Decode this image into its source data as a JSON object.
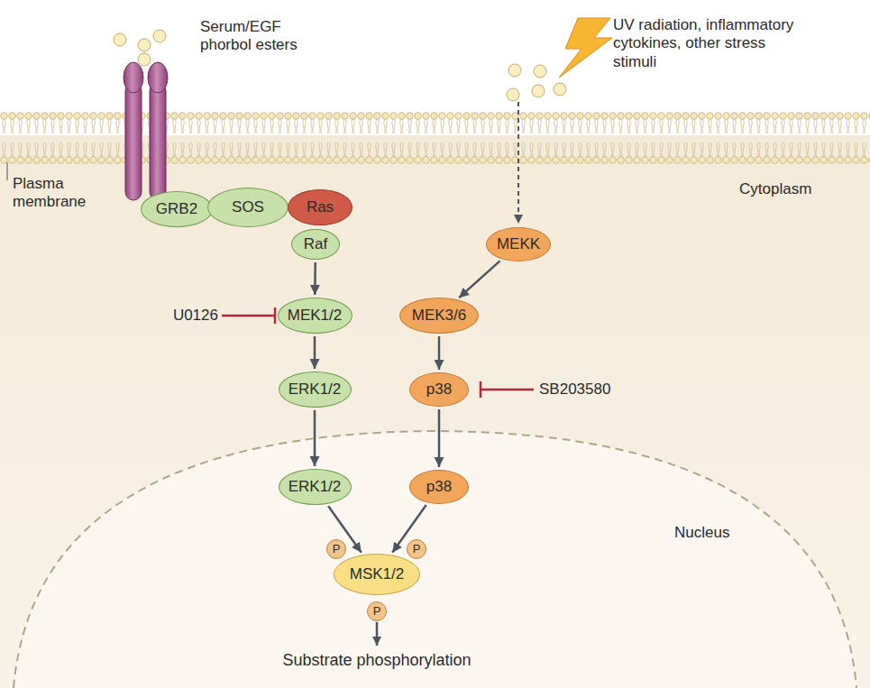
{
  "diagram": {
    "nodes": [
      {
        "text": [
          "GRB2"
        ]
      },
      {
        "text": [
          "SOS"
        ]
      },
      {
        "text": [
          "Ras"
        ]
      },
      {
        "text": [
          "Raf"
        ]
      },
      {
        "text": [
          "MEKK"
        ]
      },
      {
        "text": [
          "MEK1/2"
        ]
      },
      {
        "text": [
          "MEK3/6"
        ]
      },
      {
        "text": [
          "ERK1/2"
        ]
      },
      {
        "text": [
          "p38"
        ]
      },
      {
        "text": [
          "Nucleus"
        ]
      },
      {
        "text": [
          "ERK1/2"
        ],
        "in": 9
      },
      {
        "text": [
          "p38"
        ],
        "in": 9
      },
      {
        "text": [
          "P"
        ],
        "in": 9
      },
      {
        "text": [
          "P"
        ],
        "in": 9
      },
      {
        "text": [
          "MSK1/2"
        ],
        "in": 9
      },
      {
        "text": [
          "P"
        ],
        "in": 9
      }
    ],
    "edges": [
      {
        "from": 3,
        "to": 5,
        "arrow": "to"
      },
      {
        "from": 5,
        "to": 7,
        "arrow": "to"
      },
      {
        "from": 7,
        "to": 10,
        "arrow": "to"
      },
      {
        "from": 10,
        "to": 14,
        "arrow": "to"
      },
      {
        "from": 4,
        "to": 6,
        "arrow": "to"
      },
      {
        "from": 6,
        "to": 8,
        "arrow": "to"
      },
      {
        "from": 8,
        "to": 11,
        "arrow": "to"
      },
      {
        "from": 11,
        "to": 14,
        "arrow": "to"
      }
    ],
    "labels": [
      "Serum/EGF phorbol esters",
      "UV radiation, inflammatory cytokines, other stress stimuli",
      "Plasma membrane",
      "Cytoplasm",
      "U0126",
      "SB203580",
      "Substrate phosphorylation"
    ]
  }
}
